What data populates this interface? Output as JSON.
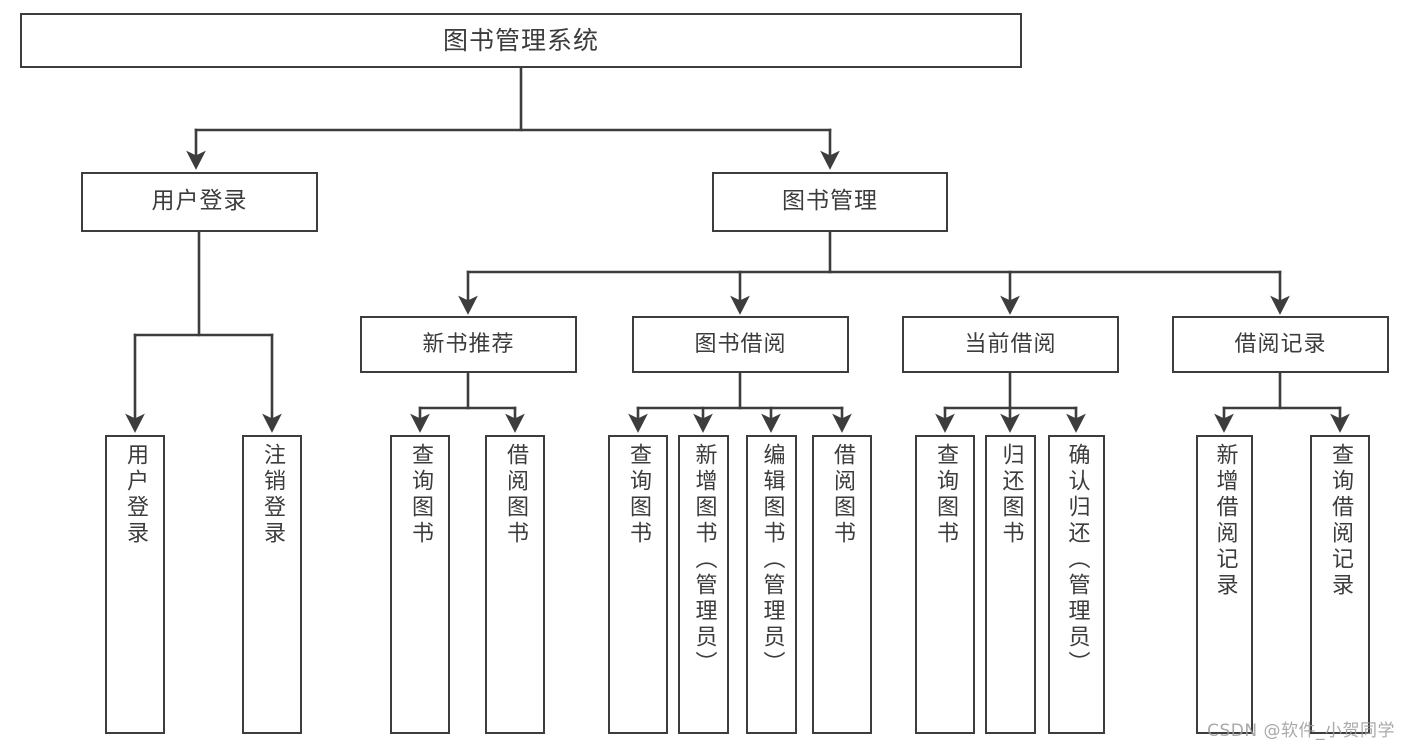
{
  "diagram": {
    "type": "tree",
    "title": "图书管理系统",
    "watermark": "CSDN @软件_小贺同学",
    "colors": {
      "background": "#ffffff",
      "node_border": "#3d3d3d",
      "node_fill": "#ffffff",
      "connector": "#3d3d3d",
      "text": "#3c3c3c",
      "watermark": "#9b9b9b"
    },
    "levels": {
      "root": {
        "label": "图书管理系统"
      },
      "level1": [
        {
          "id": "user-login",
          "label": "用户登录"
        },
        {
          "id": "book-manage",
          "label": "图书管理"
        }
      ],
      "level2": [
        {
          "id": "new-book-recommend",
          "label": "新书推荐",
          "parent": "book-manage"
        },
        {
          "id": "book-borrow",
          "label": "图书借阅",
          "parent": "book-manage"
        },
        {
          "id": "current-borrow",
          "label": "当前借阅",
          "parent": "book-manage"
        },
        {
          "id": "borrow-record",
          "label": "借阅记录",
          "parent": "book-manage"
        }
      ],
      "leaves": [
        {
          "id": "leaf-user-login",
          "label": "用户登录",
          "parent": "user-login"
        },
        {
          "id": "leaf-user-logout",
          "label": "注销登录",
          "parent": "user-login"
        },
        {
          "id": "leaf-query-book-1",
          "label": "查询图书",
          "parent": "new-book-recommend"
        },
        {
          "id": "leaf-borrow-book-1",
          "label": "借阅图书",
          "parent": "new-book-recommend"
        },
        {
          "id": "leaf-query-book-2",
          "label": "查询图书",
          "parent": "book-borrow"
        },
        {
          "id": "leaf-add-book",
          "label": "新增图书（管理员）",
          "parent": "book-borrow"
        },
        {
          "id": "leaf-edit-book",
          "label": "编辑图书（管理员）",
          "parent": "book-borrow"
        },
        {
          "id": "leaf-borrow-book-2",
          "label": "借阅图书",
          "parent": "book-borrow"
        },
        {
          "id": "leaf-query-book-3",
          "label": "查询图书",
          "parent": "current-borrow"
        },
        {
          "id": "leaf-return-book",
          "label": "归还图书",
          "parent": "current-borrow"
        },
        {
          "id": "leaf-confirm-return",
          "label": "确认归还（管理员）",
          "parent": "current-borrow"
        },
        {
          "id": "leaf-add-record",
          "label": "新增借阅记录",
          "parent": "borrow-record"
        },
        {
          "id": "leaf-query-record",
          "label": "查询借阅记录",
          "parent": "borrow-record"
        }
      ]
    }
  }
}
